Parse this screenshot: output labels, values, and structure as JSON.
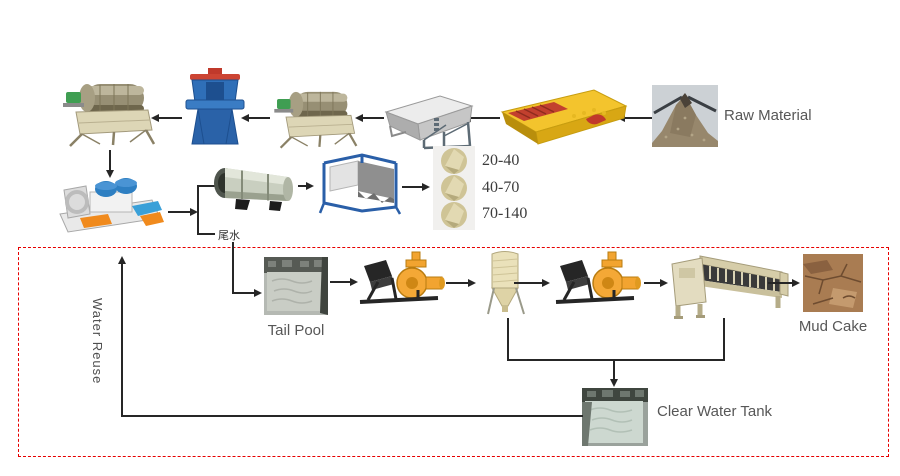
{
  "diagram": {
    "kind": "sand-washing-plant-process-flow",
    "recycle_boundary_color": "#e60000",
    "connector_color": "#262626"
  },
  "labels": {
    "raw_material": "Raw Material",
    "tail_water": "尾水",
    "tail_pool": "Tail Pool",
    "mud_cake": "Mud Cake",
    "clear_water_tank": "Clear Water Tank",
    "water_reuse": "Water Reuse"
  },
  "product_grades": [
    {
      "label": "20-40"
    },
    {
      "label": "40-70"
    },
    {
      "label": "70-140"
    }
  ],
  "icons": [
    "magnetic-separator-icon",
    "flotation-machine-icon",
    "vibrating-screen-icon",
    "vibrating-feeder-icon",
    "raw-material-photo",
    "sand-washer-icon",
    "rotary-dryer-icon",
    "fine-screen-icon",
    "sand-piles-icon",
    "tail-pool-photo",
    "slurry-pump-icon",
    "thickener-silo-icon",
    "filter-press-icon",
    "mud-cake-photo",
    "clear-water-tank-photo"
  ],
  "colors": {
    "feeder_yellow": "#f3c42d",
    "pump_orange": "#f2a430",
    "machine_blue": "#2f6fb8",
    "separator_tan": "#ddd6b6",
    "sand_beige": "#cfc496"
  }
}
